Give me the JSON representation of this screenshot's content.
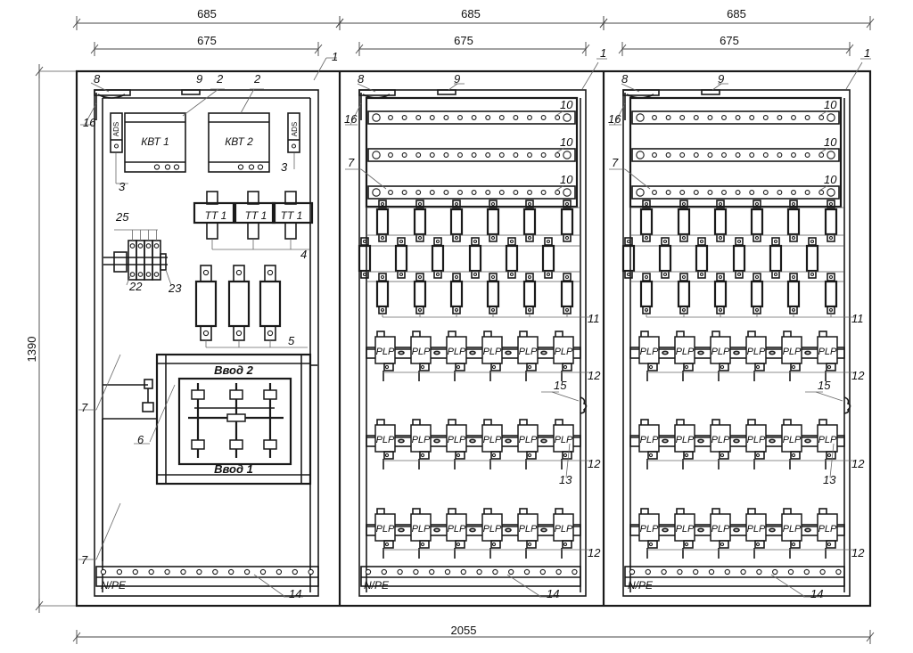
{
  "dimensions": {
    "outer_widths": [
      "685",
      "685",
      "685"
    ],
    "inner_widths": [
      "675",
      "675",
      "675"
    ],
    "height": "1390",
    "total_width": "2055"
  },
  "cabinet1": {
    "position_labels": {
      "enclosure": "1",
      "breaker": "2",
      "indicator": "3",
      "current_transformers": "4",
      "fuses": "5",
      "transfer_switch": "6",
      "mounting_panel": "7",
      "lock": "8",
      "hinge": "9",
      "ground_bus": "14",
      "grounding_wire": "16",
      "terminal_block_a": "22",
      "terminal_block_b": "23",
      "terminal_group": "25"
    },
    "breakers": [
      "КВТ 1",
      "КВТ 2"
    ],
    "indicator_label": "ADS",
    "ct_labels": [
      "ТТ 1",
      "ТТ 1",
      "ТТ 1"
    ],
    "fuse_count": 3,
    "switch_top_label": "Ввод 2",
    "switch_bottom_label": "Ввод 1",
    "bus_label": "N/PE",
    "bus_holes": 14
  },
  "distribution_cabinets": [
    {
      "position_labels": {
        "enclosure": "1",
        "mounting_panel": "7",
        "lock": "8",
        "hinge": "9",
        "busbar": "10",
        "fuse_holders": "11",
        "din_rail": "12",
        "rail_clip": "13",
        "ground_bus": "14",
        "cable_gland": "15",
        "grounding_wire": "16"
      },
      "busbar_rows": 3,
      "fuse_rows": 3,
      "fuses_per_row": 6,
      "plp_rows": 3,
      "plp_per_row": 6,
      "plp_label": "PLP",
      "bus_label": "N/PE",
      "bus_holes": 14
    },
    {
      "position_labels": {
        "enclosure": "1",
        "mounting_panel": "7",
        "lock": "8",
        "hinge": "9",
        "busbar": "10",
        "fuse_holders": "11",
        "din_rail": "12",
        "rail_clip": "13",
        "ground_bus": "14",
        "cable_gland": "15",
        "grounding_wire": "16"
      },
      "busbar_rows": 3,
      "fuse_rows": 3,
      "fuses_per_row": 6,
      "plp_rows": 3,
      "plp_per_row": 6,
      "plp_label": "PLP",
      "bus_label": "N/PE",
      "bus_holes": 14
    }
  ]
}
